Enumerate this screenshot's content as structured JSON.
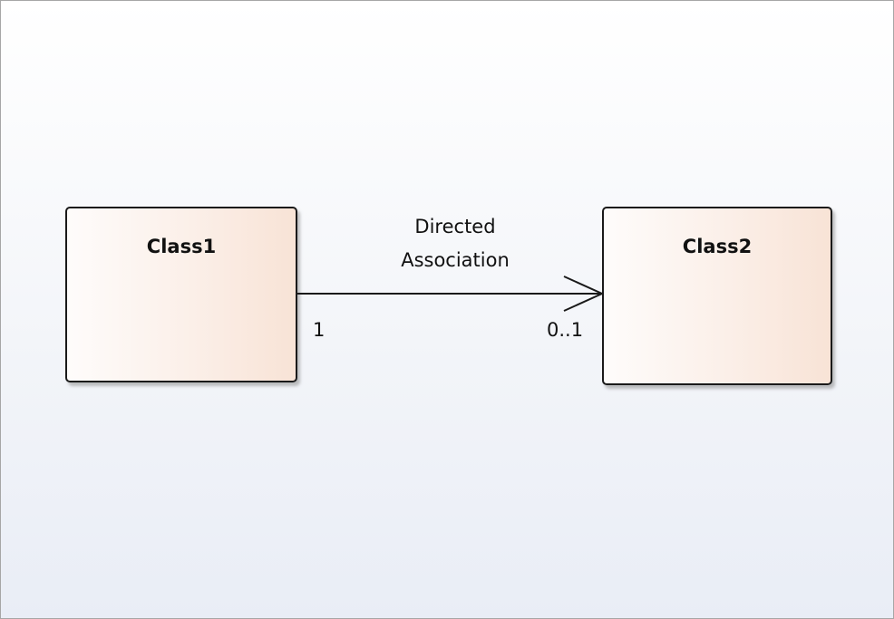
{
  "classes": [
    {
      "id": "class1",
      "name": "Class1"
    },
    {
      "id": "class2",
      "name": "Class2"
    }
  ],
  "association": {
    "name_line1": "Directed",
    "name_line2": "Association",
    "source_multiplicity": "1",
    "target_multiplicity": "0..1",
    "navigability": "directed",
    "arrowhead": "open-arrow"
  },
  "colors": {
    "class_fill_start": "#fefcfb",
    "class_fill_end": "#f8e3d6",
    "border": "#1a1a1a",
    "background": "#f3f5f9"
  }
}
